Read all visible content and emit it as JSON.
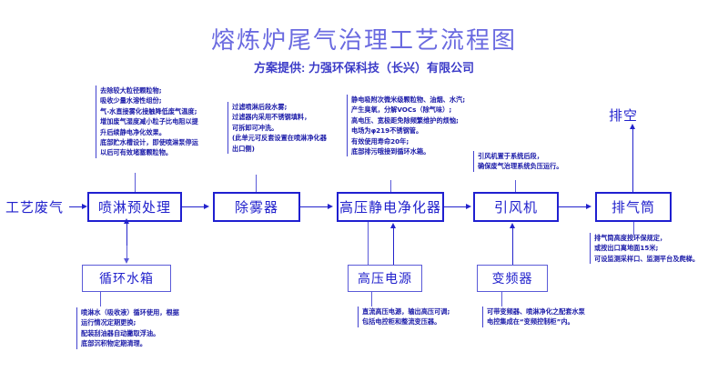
{
  "header": {
    "title": "熔炼炉尾气治理工艺流程图",
    "subtitle": "方案提供: 力强环保科技（长兴）有限公司"
  },
  "flow": {
    "inlet_label": "工艺废气",
    "outlet_label": "排空",
    "main_nodes": [
      {
        "id": "spray",
        "label": "喷淋预处理"
      },
      {
        "id": "demister",
        "label": "除雾器"
      },
      {
        "id": "esp",
        "label": "高压静电净化器"
      },
      {
        "id": "fan",
        "label": "引风机"
      },
      {
        "id": "stack",
        "label": "排气筒"
      }
    ],
    "sub_nodes": [
      {
        "id": "watertank",
        "label": "循环水箱"
      },
      {
        "id": "hvpower",
        "label": "高压电源"
      },
      {
        "id": "vfd",
        "label": "变频器"
      }
    ]
  },
  "notes": {
    "spray_top": "去除较大粒径颗粒物;\n吸收少量水溶性组份;\n气-水直接雾化接触降低废气温度;\n增加废气湿度减小粒子比电阻以提\n升后续静电净化效果。\n底部贮水槽设计，即使喷淋泵停运\n以后可有效堵塞颗粒物。",
    "demister_top": "过滤喷淋后段水雾;\n过滤器内采用不锈钢填料，\n可拆卸可冲洗。\n(此单元可反套设置在喷淋净化器\n出口侧)",
    "esp_top": "静电吸附次微米级颗粒物、油烟、水汽;\n产生臭氧，分解VOCs（除气味）;\n高电压、宽极距免除频繁维护的烦恼;\n电场为φ219不锈钢管。\n有效使用寿命20年;\n底部排污哦接到循环水箱。",
    "fan_top": "引风机置于系统后段，\n确保废气治理系统负压运行。",
    "stack_right": "排气筒高度按环保规定，\n或按出口离地面15米;\n可设监测采样口、监测平台及爬梯。",
    "watertank_bottom": "喷淋水（吸收液）循环使用，根据\n运行情况定期更换;\n配装刮油器自动撇取浮油。\n底部沉积物定期清理。",
    "hvpower_bottom": "直流高压电源，输出高压可调;\n包括电控柜和整流变压器。",
    "vfd_bottom": "可带变频器、喷淋净化之配套水泵\n电控集成在“变频控制柜”内。"
  },
  "colors": {
    "line": "#2323cc",
    "box_border": "#1f1fd0",
    "text": "#2020cc",
    "title": "#6a6ae0",
    "note": "#1a1aa8"
  }
}
